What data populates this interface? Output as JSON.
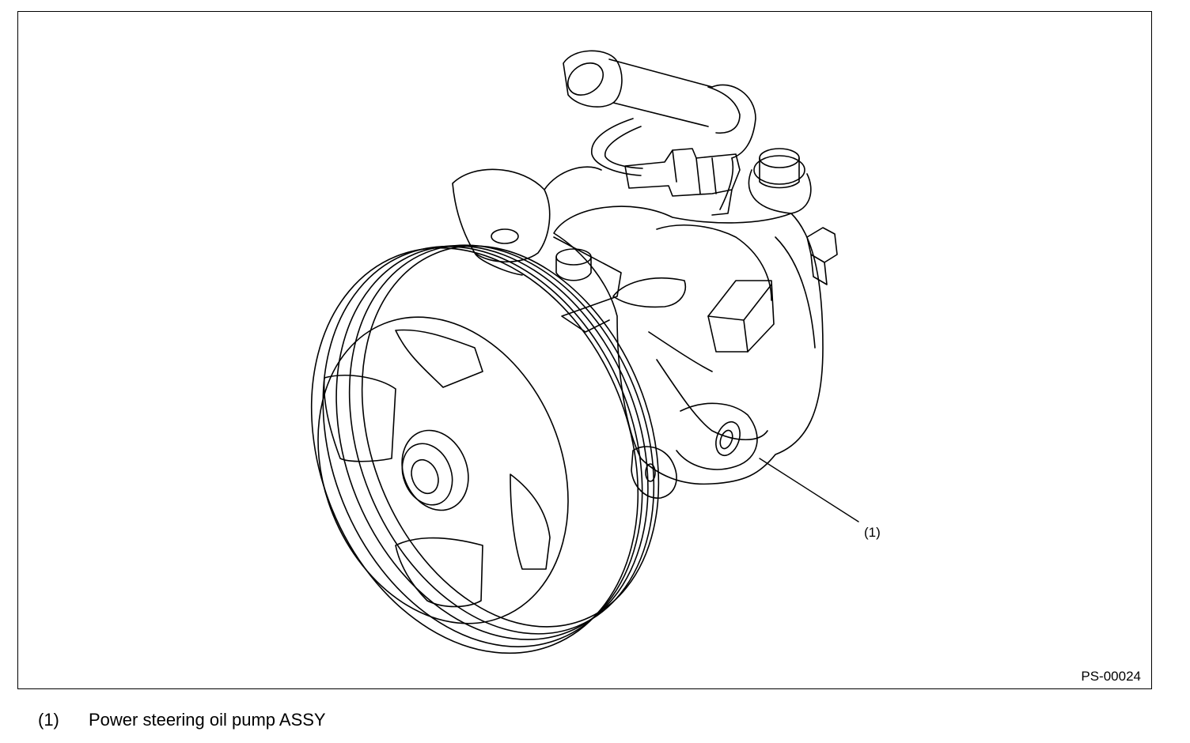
{
  "diagram": {
    "callout": "(1)",
    "figure_id": "PS-00024"
  },
  "legend": [
    {
      "number": "(1)",
      "description": "Power steering oil pump ASSY"
    }
  ]
}
